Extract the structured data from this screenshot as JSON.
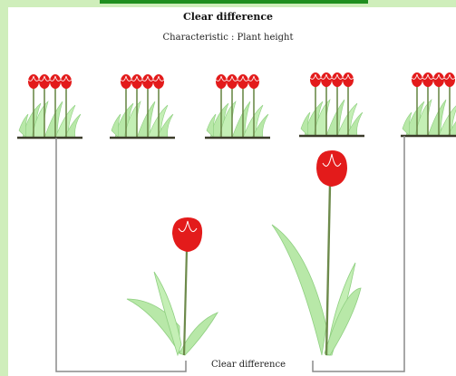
{
  "header": {
    "title": "Clear difference",
    "subtitle": "Characteristic :  Plant height"
  },
  "footer": {
    "label": "Clear difference"
  },
  "colors": {
    "background": "#cfeebb",
    "panel": "#ffffff",
    "accent_line": "#1f8f1f",
    "petal": "#e31b1b",
    "leaf": "#b8e8a8",
    "stem": "#6d8a4b",
    "bracket": "#8a8a8a"
  }
}
